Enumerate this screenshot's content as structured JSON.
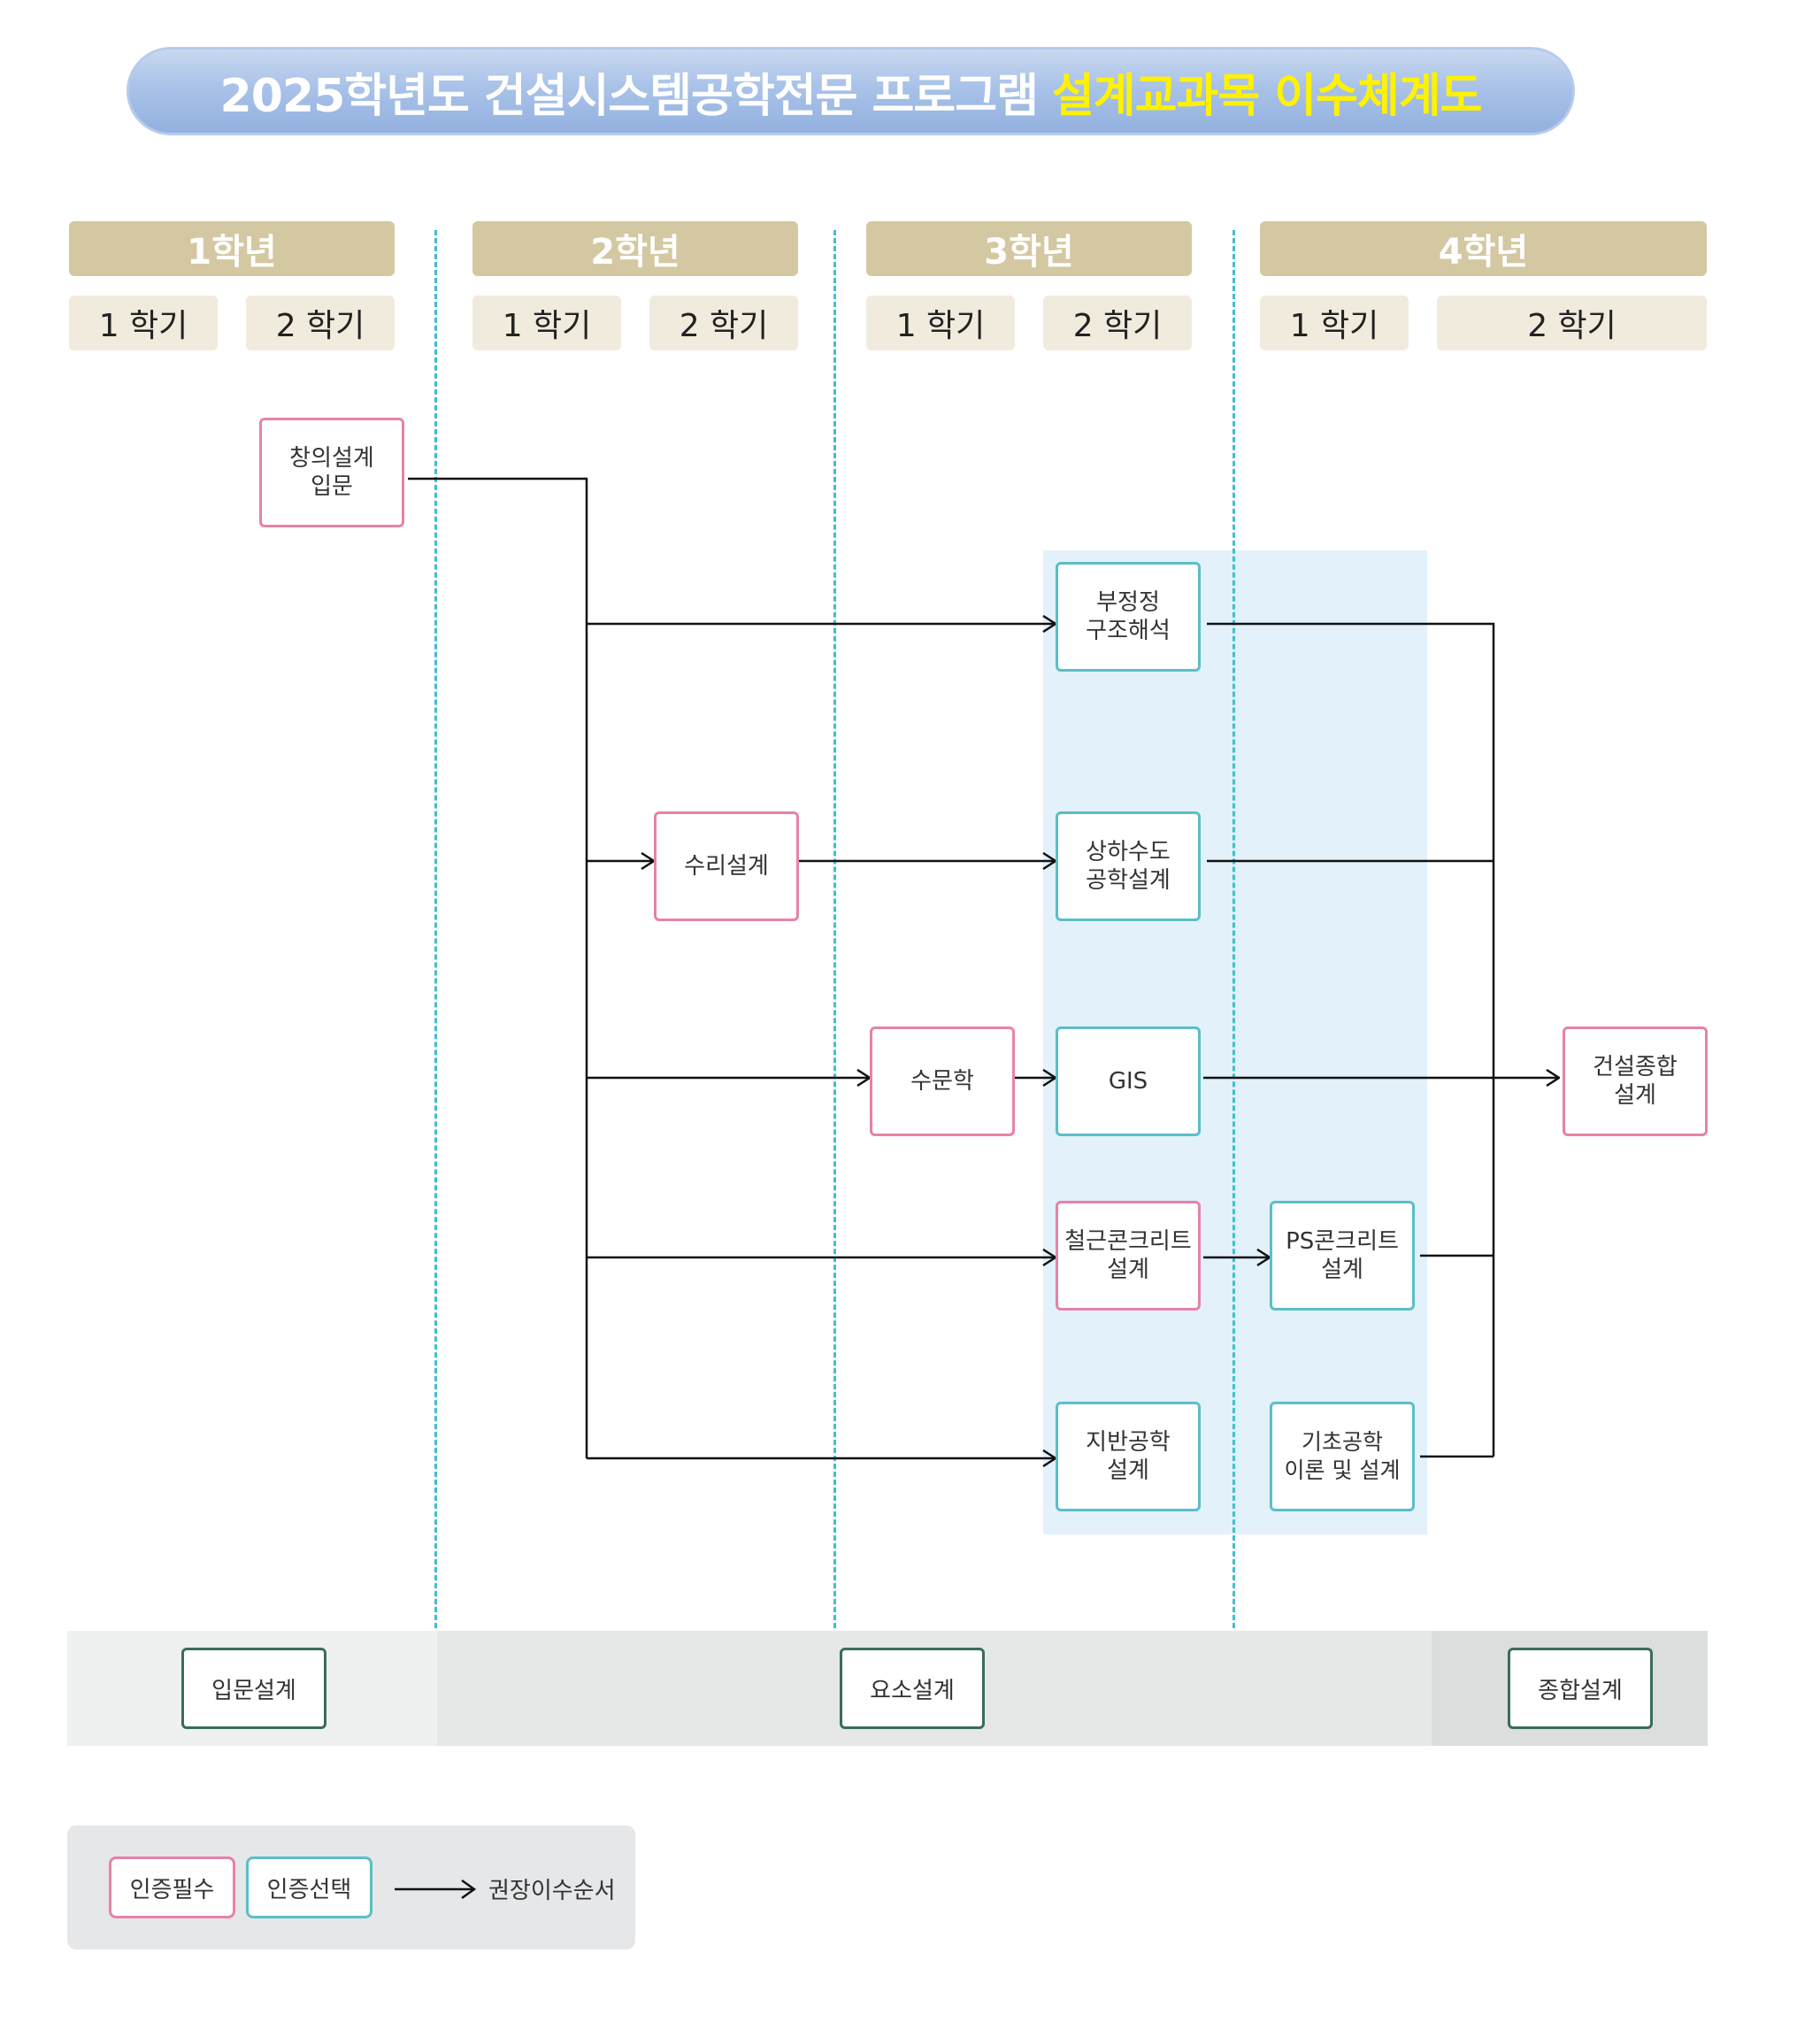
{
  "title": {
    "main": "2025학년도 건설시스템공학전문 프로그램",
    "highlight": "설계교과목 이수체계도"
  },
  "years": [
    "1학년",
    "2학년",
    "3학년",
    "4학년"
  ],
  "semesters": [
    "1 학기",
    "2 학기",
    "1 학기",
    "2 학기",
    "1 학기",
    "2 학기",
    "1 학기",
    "2 학기"
  ],
  "courses": [
    {
      "id": "creative",
      "label": "창의설계\n입문",
      "type": "required"
    },
    {
      "id": "indeterminate",
      "label": "부정정\n구조해석",
      "type": "optional"
    },
    {
      "id": "hydraulic",
      "label": "수리설계",
      "type": "required"
    },
    {
      "id": "water",
      "label": "상하수도\n공학설계",
      "type": "optional"
    },
    {
      "id": "hydrology",
      "label": "수문학",
      "type": "required"
    },
    {
      "id": "gis",
      "label": "GIS",
      "type": "optional"
    },
    {
      "id": "capstone",
      "label": "건설종합\n설계",
      "type": "required"
    },
    {
      "id": "rc",
      "label": "철근콘크리트\n설계",
      "type": "required"
    },
    {
      "id": "ps",
      "label": "PS콘크리트\n설계",
      "type": "optional"
    },
    {
      "id": "geo",
      "label": "지반공학\n설계",
      "type": "optional"
    },
    {
      "id": "foundation",
      "label": "기초공학\n이론 및 설계",
      "type": "optional"
    }
  ],
  "phases": [
    "입문설계",
    "요소설계",
    "종합설계"
  ],
  "legend": {
    "required": "인증필수",
    "optional": "인증선택",
    "arrow": "권장이수순서"
  },
  "colors": {
    "required_border": "#e682aa",
    "optional_border": "#5bbec8",
    "phase_border": "#3a6b5c",
    "title_highlight": "#fff200"
  }
}
